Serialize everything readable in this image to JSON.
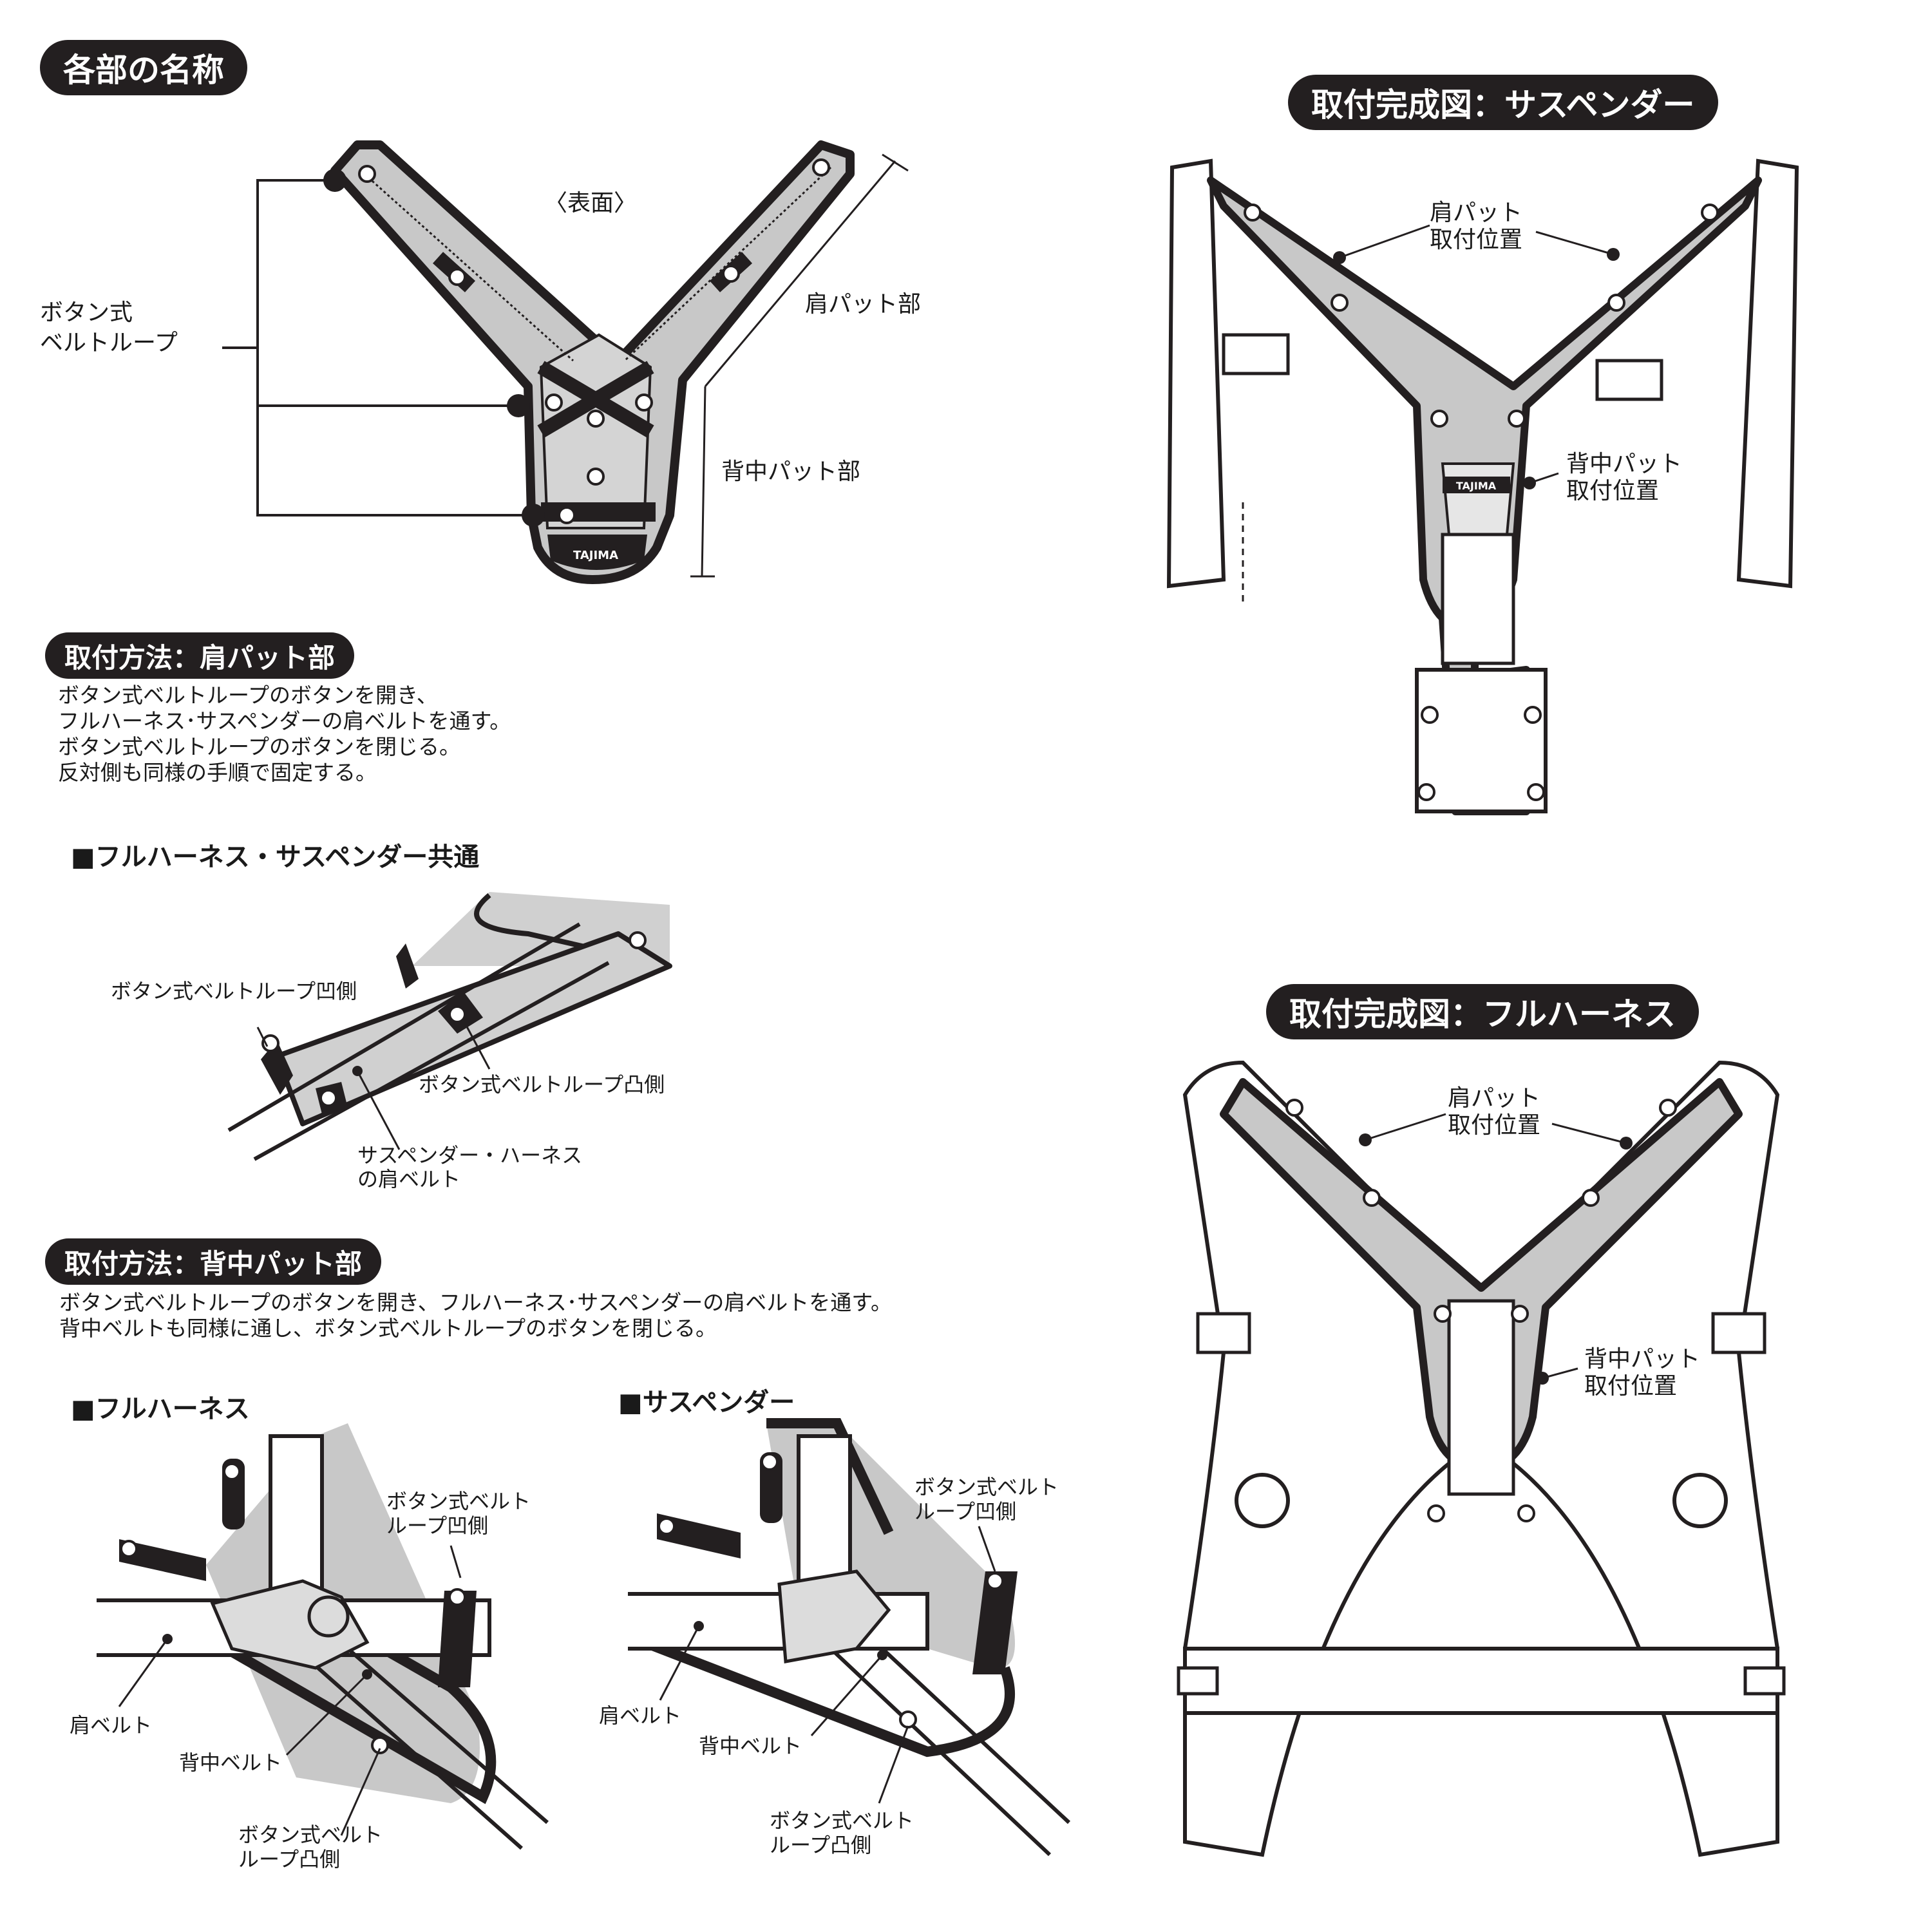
{
  "section_titles": {
    "names": "各部の名称",
    "install_shoulder": "取付方法：肩パット部",
    "install_back": "取付方法：背中パット部",
    "complete_suspender": "取付完成図：サスペンダー",
    "complete_harness": "取付完成図：フルハーネス"
  },
  "parts": {
    "front_face": "〈表面〉",
    "button_loop": [
      "ボタン式",
      "ベルトループ"
    ],
    "shoulder_part": "肩パット部",
    "back_part": "背中パット部",
    "logo": "TAJIMA"
  },
  "shoulder_method": {
    "steps": [
      "ボタン式ベルトループのボタンを開き、",
      "フルハーネス･サスペンダーの肩ベルトを通す。",
      "ボタン式ベルトループのボタンを閉じる。",
      "反対側も同様の手順で固定する。"
    ],
    "common_heading": "■フルハーネス・サスペンダー共通",
    "label_concave": "ボタン式ベルトループ凹側",
    "label_convex": "ボタン式ベルトループ凸側",
    "label_belt": [
      "サスペンダー・ハーネス",
      "の肩ベルト"
    ]
  },
  "back_method": {
    "steps": [
      "ボタン式ベルトループのボタンを開き、フルハーネス･サスペンダーの肩ベルトを通す。",
      "背中ベルトも同様に通し、ボタン式ベルトループのボタンを閉じる。"
    ],
    "harness_heading": "■フルハーネス",
    "suspender_heading": "■サスペンダー",
    "concave": [
      "ボタン式ベルト",
      "ループ凹側"
    ],
    "convex": [
      "ボタン式ベルト",
      "ループ凸側"
    ],
    "shoulder_belt": "肩ベルト",
    "back_belt": "背中ベルト"
  },
  "complete": {
    "shoulder_pos": [
      "肩パット",
      "取付位置"
    ],
    "back_pos": [
      "背中パット",
      "取付位置"
    ]
  },
  "colors": {
    "outline": "#231f20",
    "pad": "#c8c8c8",
    "pill": "#231f20"
  }
}
